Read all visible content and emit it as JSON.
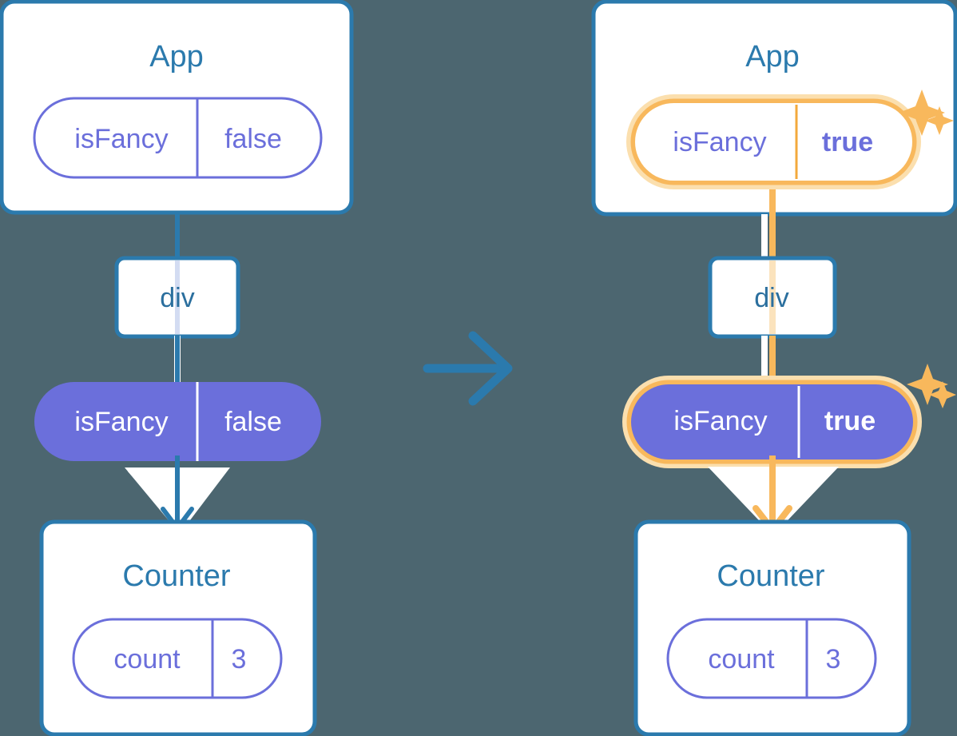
{
  "background_color": "#4c6670",
  "colors": {
    "box_border": "#2b7aad",
    "box_fill": "#ffffff",
    "label_blue": "#2b7aad",
    "pill_purple": "#6b6fdb",
    "highlight_orange": "#f8b85c",
    "highlight_orange_soft": "#fbdfae",
    "connector_white": "#ffffff"
  },
  "panels": [
    {
      "id": "before",
      "app": {
        "title": "App",
        "state_pill": {
          "name": "isFancy",
          "value": "false",
          "style": "outline",
          "highlighted": false,
          "value_bold": false
        }
      },
      "div": {
        "label": "div"
      },
      "prop_pill": {
        "name": "isFancy",
        "value": "false",
        "style": "filled",
        "highlighted": false,
        "value_bold": false
      },
      "counter": {
        "title": "Counter",
        "state_pill": {
          "name": "count",
          "value": "3",
          "style": "outline",
          "highlighted": false,
          "value_bold": false
        }
      },
      "sparkles": 0
    },
    {
      "id": "after",
      "app": {
        "title": "App",
        "state_pill": {
          "name": "isFancy",
          "value": "true",
          "style": "outline",
          "highlighted": true,
          "value_bold": true
        }
      },
      "div": {
        "label": "div"
      },
      "prop_pill": {
        "name": "isFancy",
        "value": "true",
        "style": "filled",
        "highlighted": true,
        "value_bold": true
      },
      "counter": {
        "title": "Counter",
        "state_pill": {
          "name": "count",
          "value": "3",
          "style": "outline",
          "highlighted": false,
          "value_bold": false
        }
      },
      "sparkles": 2
    }
  ],
  "transition_arrow": {
    "icon": "arrow-right-icon",
    "direction": "right",
    "color": "#2b7aad"
  }
}
